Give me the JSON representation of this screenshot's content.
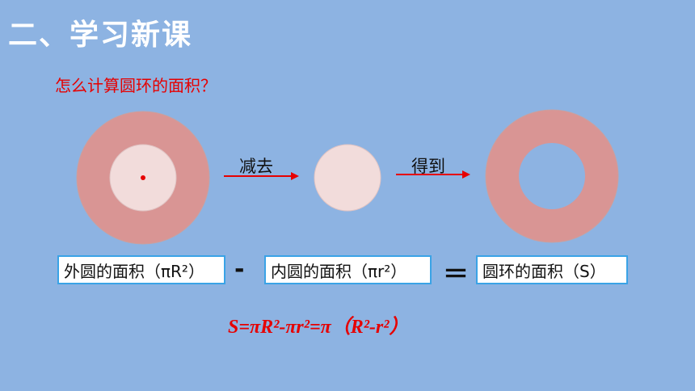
{
  "slide": {
    "title": "二、学习新课",
    "question": "怎么计算圆环的面积？"
  },
  "arrows": {
    "subtract_label": "减去",
    "result_label": "得到"
  },
  "equation": {
    "outer_area": "外圆的面积（πR²）",
    "minus_sign": "-",
    "inner_area": "内圆的面积（πr²）",
    "equals_sign": "＝",
    "ring_area": "圆环的面积（S）"
  },
  "formula": "S=πR²-πr²=π（R²-r²）",
  "colors": {
    "background": "#8db3e2",
    "ring_fill": "#d99594",
    "inner_fill": "#f2dcdb",
    "arrow": "#e60000",
    "box_border": "#3aa3e6"
  }
}
